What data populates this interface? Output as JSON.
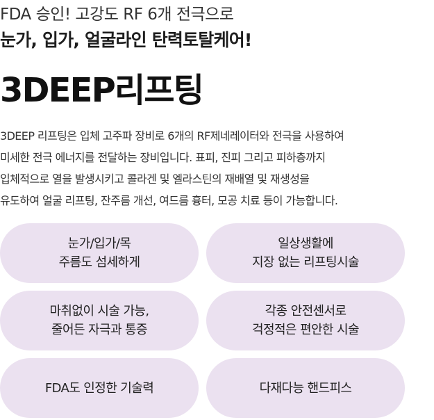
{
  "hero": {
    "subtitle_line1": "FDA 승인! 고강도 RF 6개 전극으로",
    "subtitle_line2": "눈가, 입가, 얼굴라인 탄력토탈케어!",
    "title": "3DEEP리프팅"
  },
  "description": {
    "lines": [
      "3DEEP 리프팅은 입체 고주파 장비로 6개의 RF제네레이터와 전극을 사용하여",
      "미세한 전극  에너지를 전달하는 장비입니다. 표피, 진피 그리고 피하층까지",
      "입체적으로 열을 발생시키고  콜라겐 및 엘라스틴의 재배열 및 재생성을",
      "유도하여 얼굴 리프팅, 잔주름 개선, 여드름 흉터, 모공 치료 등이 가능합니다."
    ]
  },
  "features": [
    {
      "line1": "눈가/입가/목",
      "line2": "주름도 섬세하게"
    },
    {
      "line1": "일상생활에",
      "line2": "지장 없는 리프팅시술"
    },
    {
      "line1": "마취없이 시술 가능,",
      "line2": "줄어든 자극과 통증"
    },
    {
      "line1": "각종 안전센서로",
      "line2": "걱정적은 편안한 시술"
    },
    {
      "line1": "FDA도 인정한 기술력"
    },
    {
      "line1": "다재다능 핸드피스"
    }
  ],
  "colors": {
    "pill_background": "#ebe1f0",
    "text_primary": "#1e1e1e",
    "text_secondary": "#333333"
  }
}
